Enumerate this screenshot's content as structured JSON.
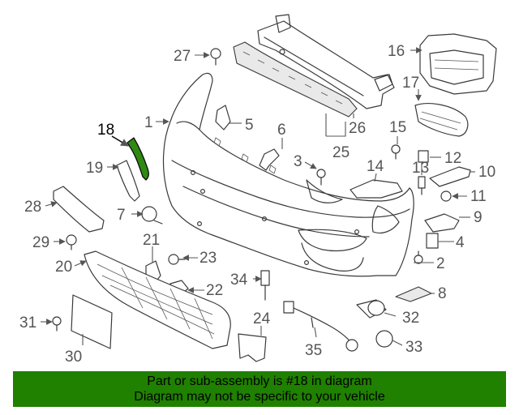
{
  "diagram": {
    "callouts": [
      "1",
      "2",
      "3",
      "4",
      "5",
      "6",
      "7",
      "8",
      "9",
      "10",
      "11",
      "12",
      "13",
      "14",
      "15",
      "16",
      "17",
      "18",
      "19",
      "20",
      "21",
      "22",
      "23",
      "24",
      "25",
      "26",
      "27",
      "28",
      "29",
      "30",
      "31",
      "32",
      "33",
      "34",
      "35"
    ],
    "highlighted_part": "18",
    "highlight_color": "#2f8a12"
  },
  "banner": {
    "line1": "Part or sub-assembly is #18 in diagram",
    "line2": "Diagram may not be specific to your vehicle",
    "background": "#208000"
  }
}
